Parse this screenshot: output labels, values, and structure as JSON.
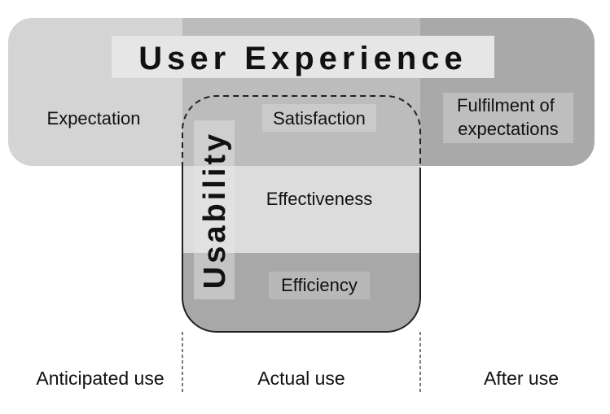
{
  "title": "User Experience",
  "left_label": "Expectation",
  "right_label": [
    "Fulfilment of",
    "expectations"
  ],
  "usability": {
    "label": "Usability",
    "rows": [
      "Satisfaction",
      "Effectiveness",
      "Efficiency"
    ]
  },
  "phases": [
    "Anticipated use",
    "Actual use",
    "After use"
  ],
  "colors": {
    "band_left": "#d4d4d4",
    "band_mid": "#bcbcbc",
    "band_right": "#a9a9a9",
    "effectiveness": "#dcdcdc",
    "efficiency": "#a8a8a8",
    "label_bg": "#e6e6e6",
    "stroke": "#222222"
  }
}
